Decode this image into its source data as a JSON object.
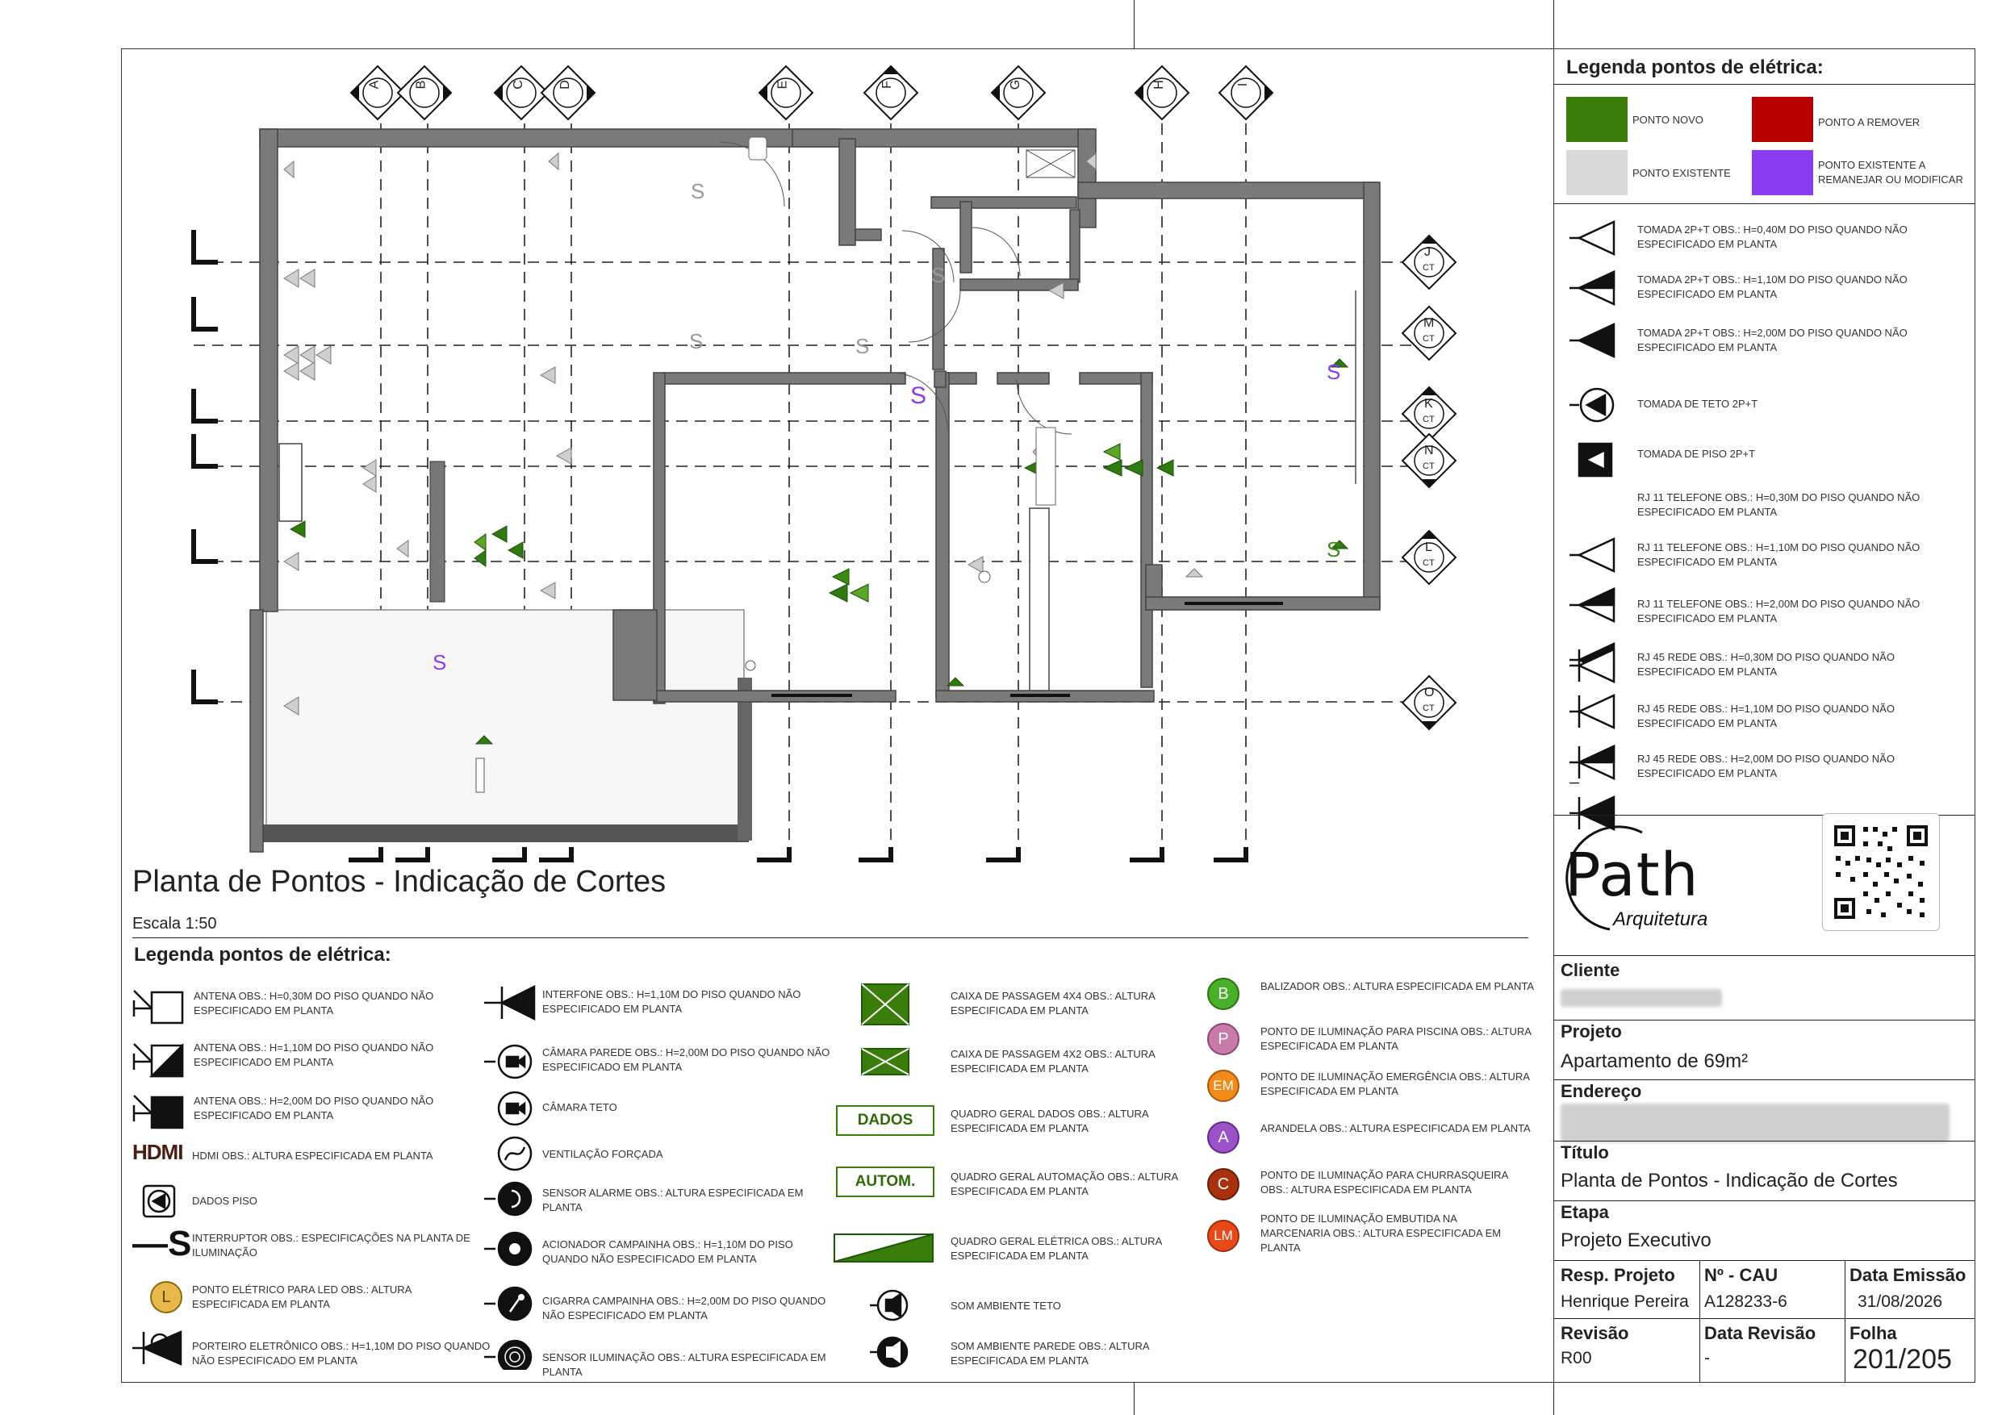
{
  "drawing": {
    "title": "Planta de Pontos - Indicação de Cortes",
    "scale": "Escala 1:50",
    "cuts_top": [
      "A",
      "B",
      "C",
      "D",
      "E",
      "F",
      "G",
      "H",
      "I"
    ],
    "cuts_right": [
      "J",
      "M",
      "K",
      "N",
      "L",
      "O"
    ],
    "cut_subtag": "CT"
  },
  "legend_right": {
    "title": "Legenda pontos de elétrica:",
    "swatches": [
      {
        "label": "PONTO NOVO",
        "color": "#3a7d0a"
      },
      {
        "label": "PONTO A REMOVER",
        "color": "#b80000"
      },
      {
        "label": "PONTO EXISTENTE",
        "color": "#d9d9d9"
      },
      {
        "label": "PONTO EXISTENTE A REMANEJAR OU MODIFICAR",
        "color": "#8a3cf0"
      }
    ],
    "items": [
      "TOMADA 2P+T OBS.: H=0,40m DO PISO QUANDO NÃO ESPECIFICADO EM PLANTA",
      "TOMADA 2P+T OBS.: H=1,10m DO PISO QUANDO NÃO ESPECIFICADO EM PLANTA",
      "TOMADA 2P+T OBS.: H=2,00m DO PISO QUANDO NÃO ESPECIFICADO EM PLANTA",
      "TOMADA DE TETO 2P+T",
      "TOMADA DE PISO 2P+T",
      "RJ 11 TELEFONE OBS.: H=0,30m DO PISO QUANDO NÃO ESPECIFICADO EM PLANTA",
      "RJ 11 TELEFONE OBS.: H=1,10m DO PISO QUANDO NÃO ESPECIFICADO EM PLANTA",
      "RJ 11 TELEFONE OBS.: H=2,00m DO PISO QUANDO NÃO ESPECIFICADO EM PLANTA",
      "RJ 45 REDE OBS.: H=0,30m DO PISO QUANDO NÃO ESPECIFICADO EM PLANTA",
      "RJ 45 REDE OBS.: H=1,10m DO PISO QUANDO NÃO ESPECIFICADO EM PLANTA",
      "RJ 45 REDE OBS.: H=2,00m DO PISO QUANDO NÃO ESPECIFICADO EM PLANTA"
    ]
  },
  "legend_bottom": {
    "title": "Legenda pontos de elétrica:",
    "col1": [
      "ANTENA OBS.: H=0,30m DO PISO QUANDO NÃO ESPECIFICADO EM PLANTA",
      "ANTENA OBS.: H=1,10m DO PISO QUANDO NÃO ESPECIFICADO EM PLANTA",
      "ANTENA OBS.: H=2,00m DO PISO QUANDO NÃO ESPECIFICADO EM PLANTA",
      "HDMI OBS.: ALTURA ESPECIFICADA EM PLANTA",
      "DADOS PISO",
      "INTERRUPTOR OBS.: ESPECIFICAÇÕES NA PLANTA DE ILUMINAÇÃO",
      "PONTO ELÉTRICO PARA LED OBS.: ALTURA ESPECIFICADA EM PLANTA",
      "PORTEIRO ELETRÔNICO OBS.: H=1,10m DO PISO QUANDO NÃO ESPECIFICADO EM PLANTA"
    ],
    "hdmi_tag": "HDMI",
    "led_tag": "L",
    "col2": [
      "INTERFONE OBS.: H=1,10m DO PISO QUANDO NÃO ESPECIFICADO EM PLANTA",
      "CÂMARA PAREDE OBS.: H=2,00m DO PISO QUANDO NÃO ESPECIFICADO EM PLANTA",
      "CÂMARA TETO",
      "VENTILAÇÃO FORÇADA",
      "SENSOR ALARME OBS.: ALTURA ESPECIFICADA EM PLANTA",
      "ACIONADOR CAMPAINHA OBS.: H=1,10m DO PISO QUANDO NÃO ESPECIFICADO EM PLANTA",
      "CIGARRA CAMPAINHA OBS.: H=2,00m DO PISO QUANDO NÃO ESPECIFICADO EM PLANTA",
      "SENSOR ILUMINAÇÃO OBS.: ALTURA ESPECIFICADA EM PLANTA"
    ],
    "col3": [
      "CAIXA DE PASSAGEM 4x4 OBS.: ALTURA ESPECIFICADA EM PLANTA",
      "CAIXA DE PASSAGEM 4x2 OBS.: ALTURA ESPECIFICADA EM PLANTA",
      "QUADRO GERAL DADOS OBS.: ALTURA ESPECIFICADA EM PLANTA",
      "QUADRO GERAL AUTOMAÇÃO OBS.: ALTURA ESPECIFICADA EM PLANTA",
      "QUADRO GERAL ELÉTRICA OBS.: ALTURA ESPECIFICADA EM PLANTA",
      "SOM AMBIENTE TETO",
      "SOM AMBIENTE PAREDE OBS.: ALTURA ESPECIFICADA EM PLANTA"
    ],
    "dados_tag": "DADOS",
    "autom_tag": "AUTOM.",
    "col4": [
      {
        "tag": "B",
        "color": "#49b02a",
        "text": "BALIZADOR OBS.: ALTURA ESPECIFICADA EM PLANTA"
      },
      {
        "tag": "P",
        "color": "#c97aa8",
        "text": "PONTO DE ILUMINAÇÃO PARA PISCINA OBS.: ALTURA ESPECIFICADA EM PLANTA"
      },
      {
        "tag": "EM",
        "color": "#f08a18",
        "text": "PONTO DE ILUMINAÇÃO EMERGÊNCIA OBS.: ALTURA ESPECIFICADA EM PLANTA"
      },
      {
        "tag": "A",
        "color": "#9b52c8",
        "text": "ARANDELA OBS.: ALTURA ESPECIFICADA EM PLANTA"
      },
      {
        "tag": "C",
        "color": "#a8320e",
        "text": "PONTO DE ILUMINAÇÃO PARA CHURRASQUEIRA OBS.: ALTURA ESPECIFICADA EM PLANTA"
      },
      {
        "tag": "LM",
        "color": "#e8491a",
        "text": "PONTO DE ILUMINAÇÃO EMBUTIDA NA MARCENARIA OBS.: ALTURA ESPECIFICADA EM PLANTA"
      }
    ]
  },
  "titleblock": {
    "logo_main": "Path",
    "logo_sub": "Arquitetura",
    "cliente_label": "Cliente",
    "projeto_label": "Projeto",
    "projeto_value": "Apartamento de 69m²",
    "endereco_label": "Endereço",
    "titulo_label": "Título",
    "titulo_value": "Planta de Pontos - Indicação de Cortes",
    "etapa_label": "Etapa",
    "etapa_value": "Projeto Executivo",
    "resp_label": "Resp. Projeto",
    "resp_value": "Henrique Pereira",
    "cau_label": "Nº - CAU",
    "cau_value": "A128233-6",
    "emissao_label": "Data Emissão",
    "emissao_value": "31/08/2026",
    "revisao_label": "Revisão",
    "revisao_value": "R00",
    "datarev_label": "Data Revisão",
    "datarev_value": "-",
    "folha_label": "Folha",
    "folha_value": "201/205"
  }
}
